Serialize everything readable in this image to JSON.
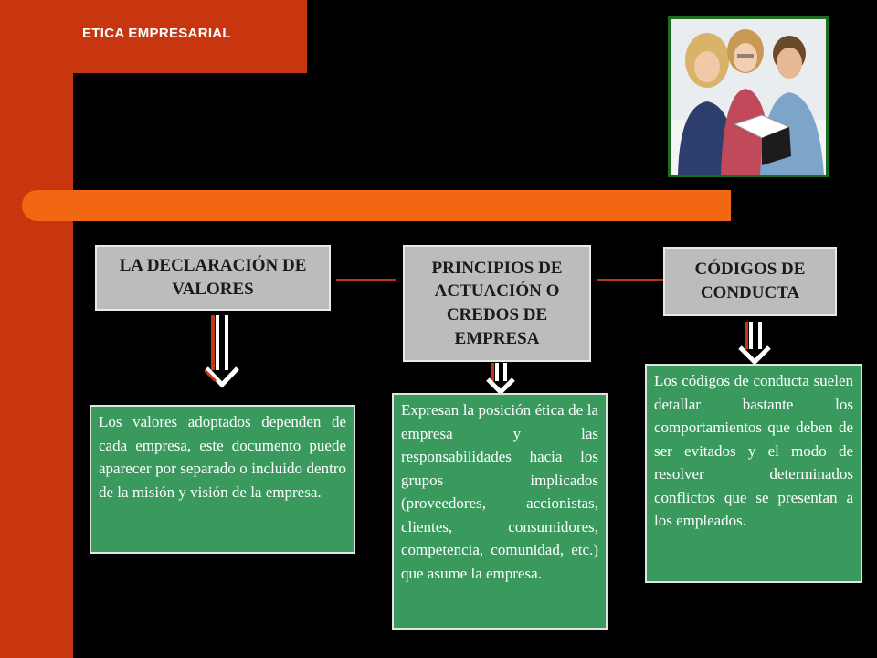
{
  "header": {
    "brand": "ETICA EMPRESARIAL"
  },
  "photo": {
    "description_icon": "people-reading-photo"
  },
  "columns": [
    {
      "title": "LA DECLARACIÓN DE VALORES",
      "text": "Los valores adoptados dependen de cada empresa, este documento puede aparecer por separado o incluido dentro de la misión y visión de la empresa."
    },
    {
      "title_1": "PRINCIPIOS DE",
      "title_2": "ACTUACIÓN O",
      "title_3": "CREDOS DE",
      "title_4": "EMPRESA",
      "text": "Expresan la posición ética de la empresa y las responsabilidades hacia los grupos implicados (proveedores, accionistas, clientes, consumidores, competencia, comunidad, etc.) que asume la empresa."
    },
    {
      "title": "CÓDIGOS DE CONDUCTA",
      "text": "Los códigos de conducta suelen detallar bastante los comportamientos que deben de ser evitados y el modo de resolver determinados conflictos que se presentan a los empleados."
    }
  ],
  "colors": {
    "red": "#c8360f",
    "orange": "#f26711",
    "grey_box": "#bcbcbc",
    "green_box": "#3a9a5e",
    "connector": "#b7351a"
  }
}
